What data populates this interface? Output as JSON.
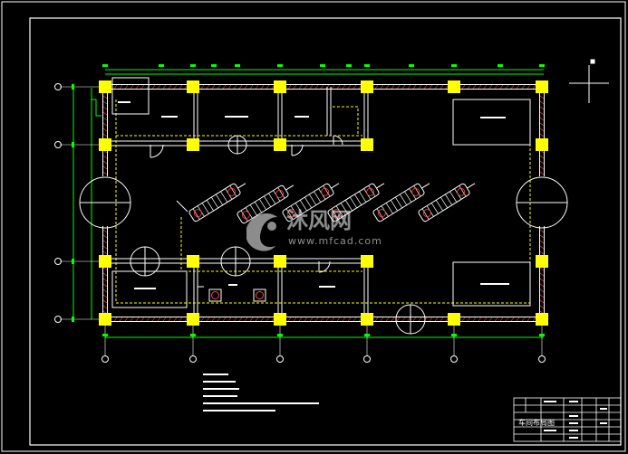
{
  "title_block": {
    "drawing_title": "车间布局图"
  },
  "watermark": {
    "brand": "沐风网",
    "url": "www.mfcad.com"
  },
  "colors": {
    "background": "#000000",
    "frame": "#ffffff",
    "column": "#ffff00",
    "wall": "#ffffff",
    "wall_hatch": "#ff4444",
    "door": "#ffffff",
    "door_swing": "#ffff00",
    "dimension": "#00ff00",
    "dashed_route": "#ffff00",
    "machine": "#ffffff",
    "machine_accent": "#ff4444"
  },
  "drawing": {
    "column_grid_axes": 6,
    "row_grid_axes": 4,
    "machines_count": 6,
    "notes_lines": 6
  }
}
